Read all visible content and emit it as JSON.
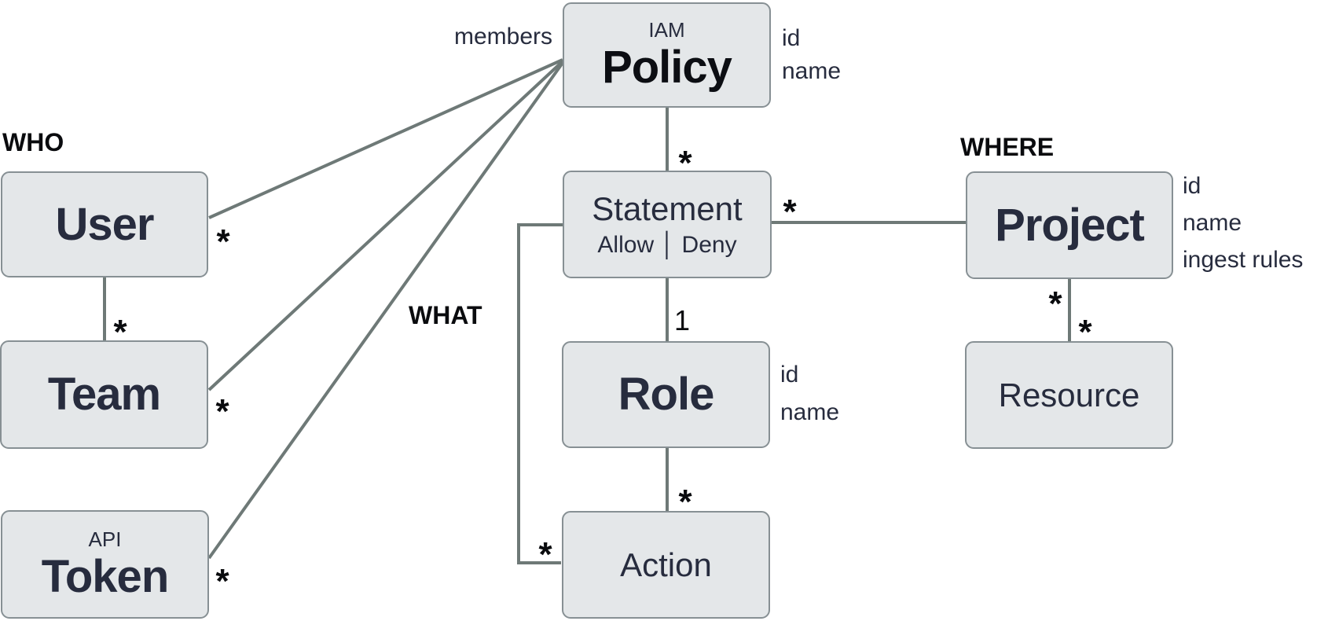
{
  "colors": {
    "background": "#ffffff",
    "box_fill": "#e4e7e9",
    "box_border": "#879094",
    "connector_line": "#6e7977",
    "text_navy": "#272c3e",
    "text_black": "#0c0e13"
  },
  "section_labels": {
    "who": "WHO",
    "what": "WHAT",
    "where": "WHERE"
  },
  "entities": {
    "policy": {
      "supertitle": "IAM",
      "title": "Policy",
      "attributes": [
        "id",
        "name"
      ]
    },
    "user": {
      "title": "User"
    },
    "team": {
      "title": "Team"
    },
    "token": {
      "supertitle": "API",
      "title": "Token"
    },
    "statement": {
      "title": "Statement",
      "subtitle": "Allow │ Deny"
    },
    "role": {
      "title": "Role",
      "attributes": [
        "id",
        "name"
      ]
    },
    "action": {
      "title": "Action"
    },
    "project": {
      "title": "Project",
      "attributes": [
        "id",
        "name",
        "ingest rules"
      ]
    },
    "resource": {
      "title": "Resource"
    }
  },
  "edge_labels": {
    "members": "members"
  },
  "edges": [
    {
      "id": "user-policy",
      "from": "User",
      "to": "Policy",
      "label": "*"
    },
    {
      "id": "team-policy",
      "from": "Team",
      "to": "Policy",
      "label": "*"
    },
    {
      "id": "token-policy",
      "from": "Token",
      "to": "Policy",
      "label": "*"
    },
    {
      "id": "user-team",
      "from": "User",
      "to": "Team",
      "label": "*"
    },
    {
      "id": "policy-statement",
      "from": "Policy",
      "to": "Statement",
      "label": "*"
    },
    {
      "id": "statement-role",
      "from": "Statement",
      "to": "Role",
      "label": "1"
    },
    {
      "id": "role-action",
      "from": "Role",
      "to": "Action",
      "label": "*"
    },
    {
      "id": "statement-action",
      "from": "Statement",
      "to": "Action",
      "label": "*"
    },
    {
      "id": "statement-project",
      "from": "Statement",
      "to": "Project",
      "label": "*"
    },
    {
      "id": "project-resource",
      "from": "Project",
      "to": "Resource",
      "source_label": "*",
      "target_label": "*"
    }
  ]
}
